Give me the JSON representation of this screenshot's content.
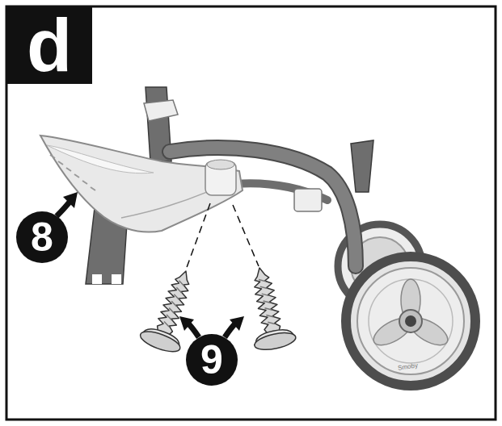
{
  "diagram": {
    "nodes": [
      {
        "text": [
          "d"
        ]
      },
      {
        "text": [
          "8"
        ]
      },
      {
        "text": [
          "9"
        ]
      }
    ],
    "labels": [
      "Smoby"
    ]
  }
}
